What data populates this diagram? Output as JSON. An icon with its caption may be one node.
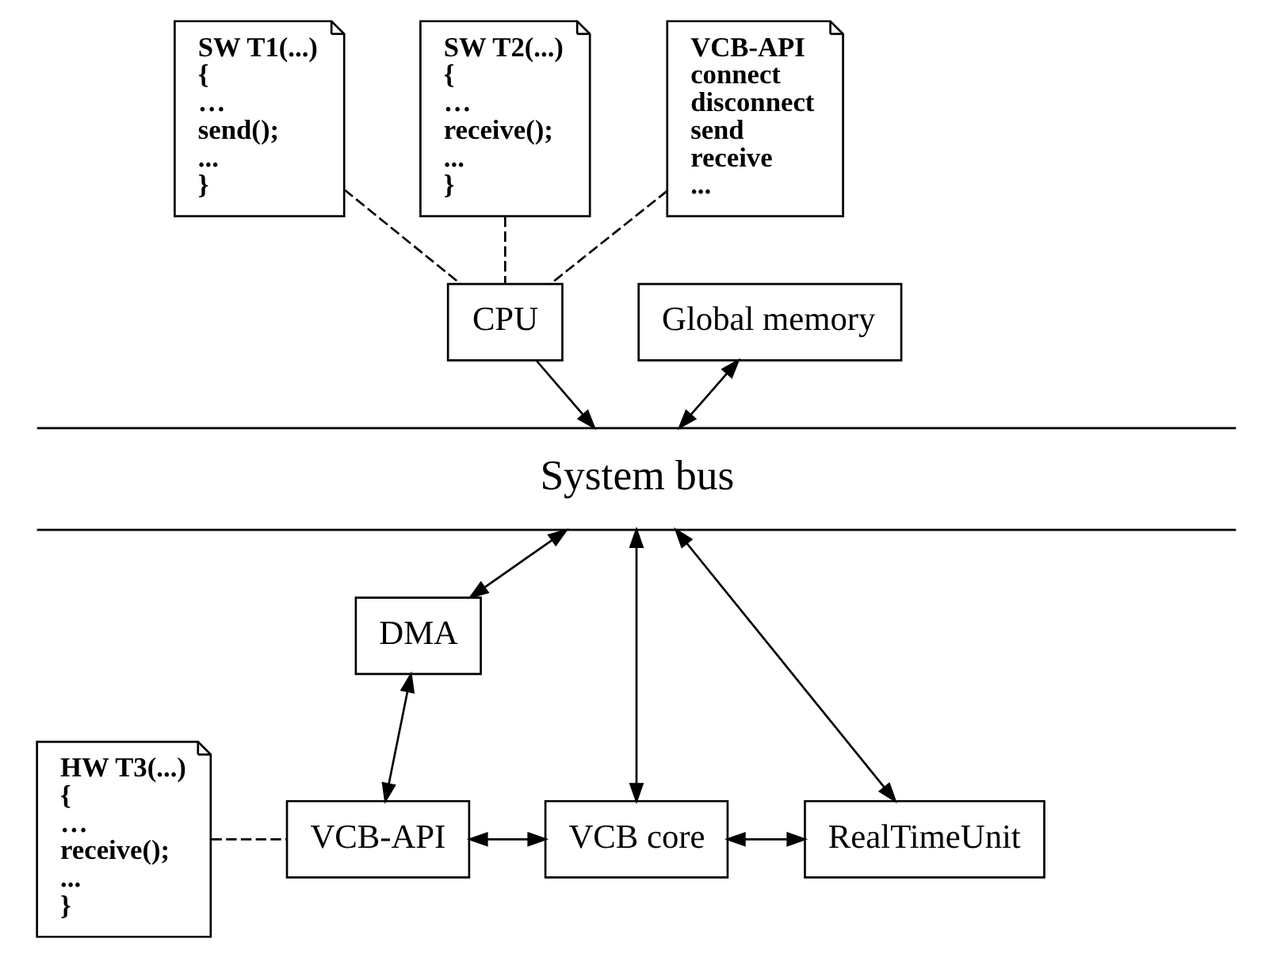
{
  "diagram": {
    "nodes": [
      {
        "text": [
          "SW T1(...)",
          "{",
          "…",
          "send();",
          "...",
          "}"
        ]
      },
      {
        "text": [
          "SW T2(...)",
          "{",
          "…",
          "receive();",
          "...",
          "}"
        ]
      },
      {
        "text": [
          "VCB-API",
          "connect",
          "disconnect",
          "send",
          "receive",
          "..."
        ]
      },
      {
        "text": [
          "Global memory"
        ]
      },
      {
        "text": [
          "CPU"
        ]
      },
      {
        "text": [
          "System bus"
        ]
      },
      {
        "text": [
          "DMA"
        ]
      },
      {
        "text": [
          "HW T3(...)",
          "{",
          "…",
          "receive();",
          "...",
          "}"
        ]
      },
      {
        "text": [
          "VCB-API"
        ]
      },
      {
        "text": [
          "VCB core"
        ]
      },
      {
        "text": [
          "RealTimeUnit"
        ]
      }
    ],
    "edges": [
      {
        "from": 0,
        "to": 4,
        "arrow": "none",
        "style": "dashed"
      },
      {
        "from": 1,
        "to": 4,
        "arrow": "none",
        "style": "dashed"
      },
      {
        "from": 2,
        "to": 4,
        "arrow": "none",
        "style": "dashed"
      },
      {
        "from": 4,
        "to": 5,
        "arrow": "to"
      },
      {
        "from": 3,
        "to": 5,
        "arrow": "both"
      },
      {
        "from": 5,
        "to": 6,
        "arrow": "both"
      },
      {
        "from": 5,
        "to": 9,
        "arrow": "both"
      },
      {
        "from": 5,
        "to": 10,
        "arrow": "both"
      },
      {
        "from": 6,
        "to": 8,
        "arrow": "both"
      },
      {
        "from": 7,
        "to": 8,
        "arrow": "none",
        "style": "dashed"
      },
      {
        "from": 8,
        "to": 9,
        "arrow": "both"
      },
      {
        "from": 9,
        "to": 10,
        "arrow": "both"
      }
    ]
  }
}
